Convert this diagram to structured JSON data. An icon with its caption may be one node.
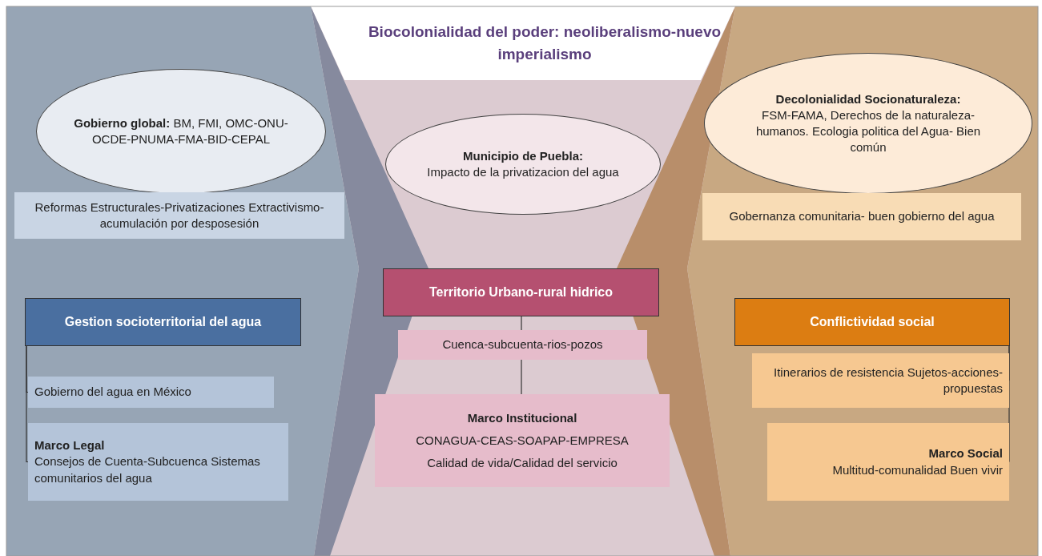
{
  "diagram": {
    "title": "Biocolonialidad del poder: neoliberalismo-nuevo imperialismo",
    "nodes": [
      {
        "text": [
          "**Gobierno global:** BM, FMI, OMC-ONU-OCDE-PNUMA-FMA-BID-CEPAL"
        ]
      },
      {
        "text": [
          "Reformas Estructurales-Privatizaciones Extractivismo-acumulación por desposesión"
        ]
      },
      {
        "text": [
          "Municipio de Puebla:",
          "Impacto de la privatizacion del agua"
        ]
      },
      {
        "text": [
          "Decolonialidad Socionaturaleza:",
          "FSM-FAMA, Derechos de la naturaleza-humanos. Ecologia politica del Agua- Bien común"
        ]
      },
      {
        "text": [
          "Gobernanza comunitaria- buen gobierno del agua"
        ]
      },
      {
        "text": [
          "Gestion socioterritorial del agua"
        ]
      },
      {
        "text": [
          "Gobierno del agua en México"
        ]
      },
      {
        "text": [
          "Marco Legal",
          "Consejos de Cuenta-Subcuenca Sistemas comunitarios del agua"
        ]
      },
      {
        "text": [
          "Territorio Urbano-rural hidrico"
        ]
      },
      {
        "text": [
          "Cuenca-subcuenta-rios-pozos"
        ]
      },
      {
        "text": [
          "Marco Institucional",
          "CONAGUA-CEAS-SOAPAP-EMPRESA",
          "Calidad de vida/Calidad del servicio"
        ]
      },
      {
        "text": [
          "Conflictividad social"
        ]
      },
      {
        "text": [
          "Itinerarios de resistencia Sujetos-acciones-propuestas"
        ]
      },
      {
        "text": [
          "Marco Social",
          "Multitud-comunalidad Buen vivir"
        ]
      }
    ],
    "edges": [
      {
        "from": 5,
        "to": 6,
        "arrow": "none"
      },
      {
        "from": 5,
        "to": 7,
        "arrow": "none"
      },
      {
        "from": 8,
        "to": 9,
        "arrow": "none"
      },
      {
        "from": 9,
        "to": 10,
        "arrow": "none"
      },
      {
        "from": 11,
        "to": 12,
        "arrow": "none"
      },
      {
        "from": 11,
        "to": 13,
        "arrow": "none"
      }
    ]
  }
}
